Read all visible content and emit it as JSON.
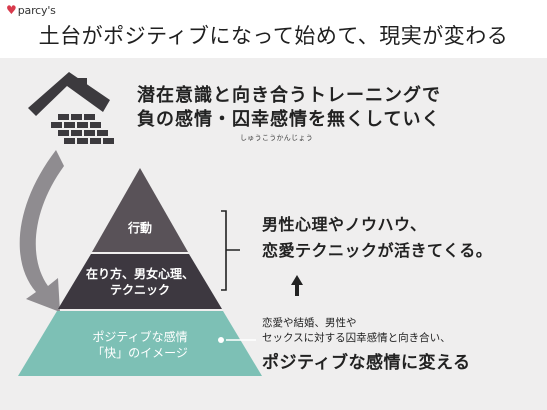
{
  "brand": {
    "heart": "♥",
    "name": "parcy's",
    "accent": "#d83a4c"
  },
  "title": "土台がポジティブになって始めて、現実が変わる",
  "headline": {
    "line1": "潜在意識と向き合うトレーニングで",
    "line2": "負の感情・囚幸感情を無くしていく",
    "ruby": "しゅうこうかんじょう"
  },
  "pyramid": {
    "top_label": "行動",
    "mid_label_1": "在り方、男女心理、",
    "mid_label_2": "テクニック",
    "base_label_1": "ポジティブな感情",
    "base_label_2": "「快」のイメージ",
    "colors": {
      "top": "#595258",
      "mid": "#3d3840",
      "base": "#7dc0b5",
      "house": "#3c3a3e"
    }
  },
  "right_text": {
    "line1": "男性心理やノウハウ、",
    "line2": "恋愛テクニックが活きてくる。"
  },
  "bottom_text": {
    "small1": "恋愛や結婚、男性や",
    "small2": "セックスに対する囚幸感情と向き合い、",
    "big": "ポジティブな感情に変える"
  }
}
